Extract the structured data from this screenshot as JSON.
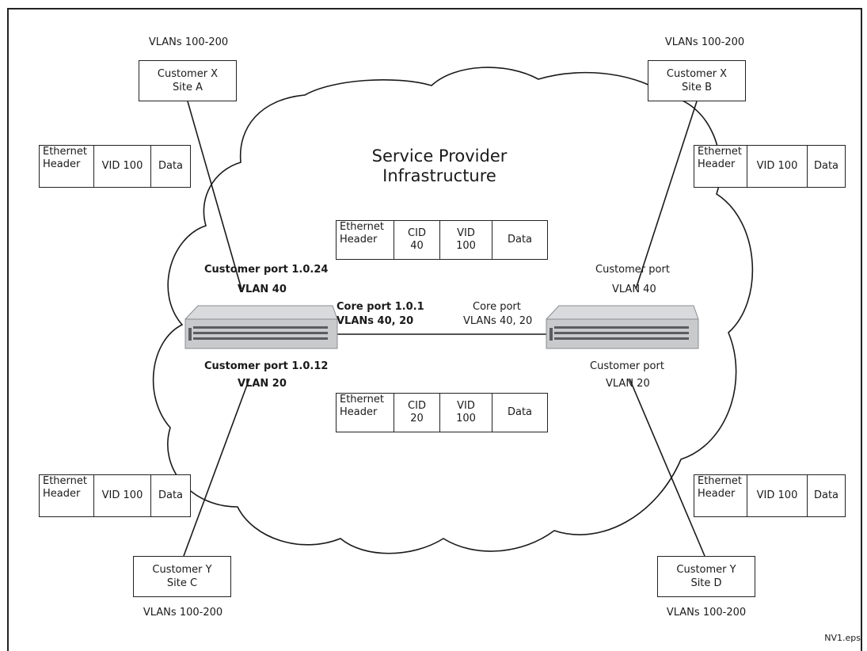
{
  "sites": [
    {
      "customer": "Customer X",
      "site": "Site A",
      "vlans": "VLANs 100-200"
    },
    {
      "customer": "Customer X",
      "site": "Site B",
      "vlans": "VLANs 100-200"
    },
    {
      "customer": "Customer Y",
      "site": "Site C",
      "vlans": "VLANs 100-200"
    },
    {
      "customer": "Customer Y",
      "site": "Site D",
      "vlans": "VLANs 100-200"
    }
  ],
  "customer_frame": {
    "ethernet": "Ethernet",
    "header": "Header",
    "vid": "VID 100",
    "data": "Data"
  },
  "provider_frame_top": {
    "ethernet": "Ethernet",
    "header": "Header",
    "cid_label": "CID",
    "cid": "40",
    "vid_label": "VID",
    "vid": "100",
    "data": "Data"
  },
  "provider_frame_bottom": {
    "ethernet": "Ethernet",
    "header": "Header",
    "cid_label": "CID",
    "cid": "20",
    "vid_label": "VID",
    "vid": "100",
    "data": "Data"
  },
  "cloud": {
    "line1": "Service Provider",
    "line2": "Infrastructure"
  },
  "left_switch": {
    "upper_port": "Customer port 1.0.24",
    "upper_vlan": "VLAN 40",
    "lower_port": "Customer port 1.0.12",
    "lower_vlan": "VLAN 20",
    "core_port": "Core port 1.0.1",
    "core_vlans": "VLANs 40, 20"
  },
  "right_switch": {
    "upper_port": "Customer port",
    "upper_vlan": "VLAN 40",
    "lower_port": "Customer port",
    "lower_vlan": "VLAN 20",
    "core_port": "Core port",
    "core_vlans": "VLANs 40, 20"
  },
  "footer": "NV1.eps",
  "colors": {
    "line": "#1a1a1a",
    "switch_body": "#d9dadb",
    "switch_port": "#5a5c60"
  }
}
